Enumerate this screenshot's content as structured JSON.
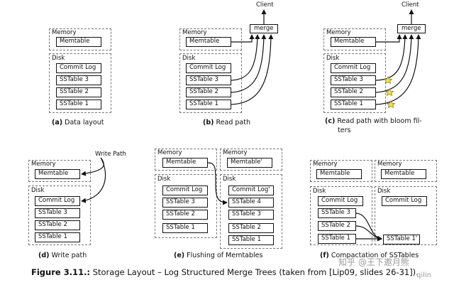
{
  "panels": {
    "a": {
      "memory": "Memory",
      "memtable": "Memtable",
      "disk": "Disk",
      "commit_log": "Commit Log",
      "sst3": "SSTable 3",
      "sst2": "SSTable 2",
      "sst1": "SSTable 1",
      "caption_letter": "(a)",
      "caption_text": "Data layout"
    },
    "b": {
      "memory": "Memory",
      "memtable": "Memtable",
      "disk": "Disk",
      "commit_log": "Commit Log",
      "sst3": "SSTable 3",
      "sst2": "SSTable 2",
      "sst1": "SSTable 1",
      "merge": "merge",
      "client": "Client",
      "caption_letter": "(b)",
      "caption_text": "Read path"
    },
    "c": {
      "memory": "Memory",
      "memtable": "Memtable",
      "disk": "Disk",
      "commit_log": "Commit Log",
      "sst3": "SSTable 3",
      "sst2": "SSTable 2",
      "sst1": "SSTable 1",
      "merge": "merge",
      "client": "Client",
      "caption_letter": "(c)",
      "caption_text": "Read  path  with  bloom  fil-",
      "caption_text2": "ters"
    },
    "d": {
      "memory": "Memory",
      "memtable": "Memtable",
      "disk": "Disk",
      "commit_log": "Commit Log",
      "sst3": "SSTable 3",
      "sst2": "SSTable 2",
      "sst1": "SSTable 1",
      "write_path": "Write Path",
      "caption_letter": "(d)",
      "caption_text": "Write path"
    },
    "e": {
      "memory": "Memory",
      "memtable": "Memtable",
      "disk": "Disk",
      "commit_log": "Commit Log",
      "sst3": "SSTable 3",
      "sst2": "SSTable 2",
      "sst1": "SSTable 1",
      "memory2": "Memory",
      "memtable2": "Memtable'",
      "disk2": "Disk",
      "commit_log2": "Commit Log'",
      "sst4": "SSTable 4",
      "sst3b": "SSTable 3",
      "sst2b": "SSTable 2",
      "sst1b": "SSTable 1",
      "caption_letter": "(e)",
      "caption_text": "Flushing of Memtables"
    },
    "f": {
      "memory": "Memory",
      "memtable": "Memtable",
      "disk": "Disk",
      "commit_log": "Commit Log",
      "sst3": "SSTable 3",
      "sst2": "SSTable 2",
      "sst1": "SSTable 1",
      "memory2": "Memory",
      "memtable2": "Memtable",
      "disk2": "Disk",
      "commit_log2": "Commit Log",
      "sst1p": "SSTable 1'",
      "caption_letter": "(f)",
      "caption_text": "Compactation of SSTables"
    }
  },
  "figure_caption": {
    "label": "Figure 3.11.:",
    "text": " Storage Layout – Log Structured Merge Trees (taken from [Lip09, slides 26-31])."
  },
  "watermark": {
    "line1": "知乎 @王下邀月熊",
    "line2": "qilin"
  },
  "colors": {
    "line": "#111111",
    "dashed_border": "#777777",
    "star_fill": "#f2e24a",
    "star_stroke": "#7a6a10",
    "watermark": "#9a9a9a"
  }
}
